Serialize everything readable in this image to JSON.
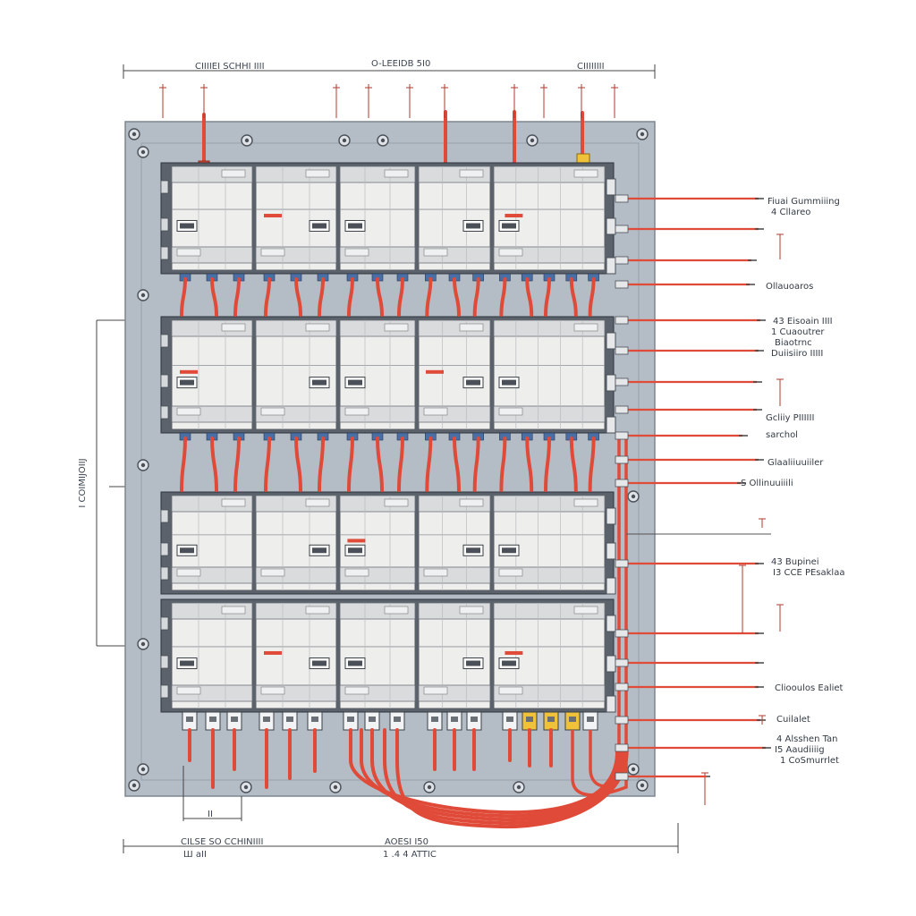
{
  "dimensions": {
    "top_left": "CIIIIEI SCHHI IIII",
    "top_center": "O-LEEIDB 5I0",
    "top_right": "CIIIIIIII",
    "left_vertical": "I COIMIJOIIJ",
    "bottom_left": "CILSE SO CCHINIIII",
    "bottom_left_sub": "Ш  aII",
    "bottom_center": "AOESI I50",
    "bottom_center_sub": "1 .4 4 ATTIC",
    "bottom_left_span": "II"
  },
  "terminal_labels": [
    {
      "id": "t1",
      "lines": [
        "Fiuai Gummiiing",
        "4 Cllareo"
      ]
    },
    {
      "id": "t2",
      "lines": [
        "Ollauoaros"
      ]
    },
    {
      "id": "t3",
      "lines": [
        "43 Eisoain IIII",
        "1 Cuaoutrer",
        "Biaotrnc",
        "Duiisiiro IIIII"
      ]
    },
    {
      "id": "t4",
      "lines": [
        "Gcliiy PIIIIII",
        "sarchol"
      ]
    },
    {
      "id": "t5",
      "lines": [
        "Glaaliiuuiiler"
      ]
    },
    {
      "id": "t6",
      "lines": [
        "S Ollinuuiiili"
      ]
    },
    {
      "id": "t7",
      "lines": [
        "43 Bupinei",
        "I3 CCE PEsaklaa"
      ]
    },
    {
      "id": "t8",
      "lines": [
        "Cliooulos Ealiet"
      ]
    },
    {
      "id": "t9",
      "lines": [
        "Cuilalet"
      ]
    },
    {
      "id": "t10",
      "lines": [
        "4 Alsshen Tan",
        "I5 Aaudiiiig",
        "1 CoSmurrlet"
      ]
    }
  ],
  "colors": {
    "panel": "#b4bcc5",
    "breaker": "#eeeeec",
    "wire": "#e04a38",
    "accent_yellow": "#f0c23a"
  }
}
